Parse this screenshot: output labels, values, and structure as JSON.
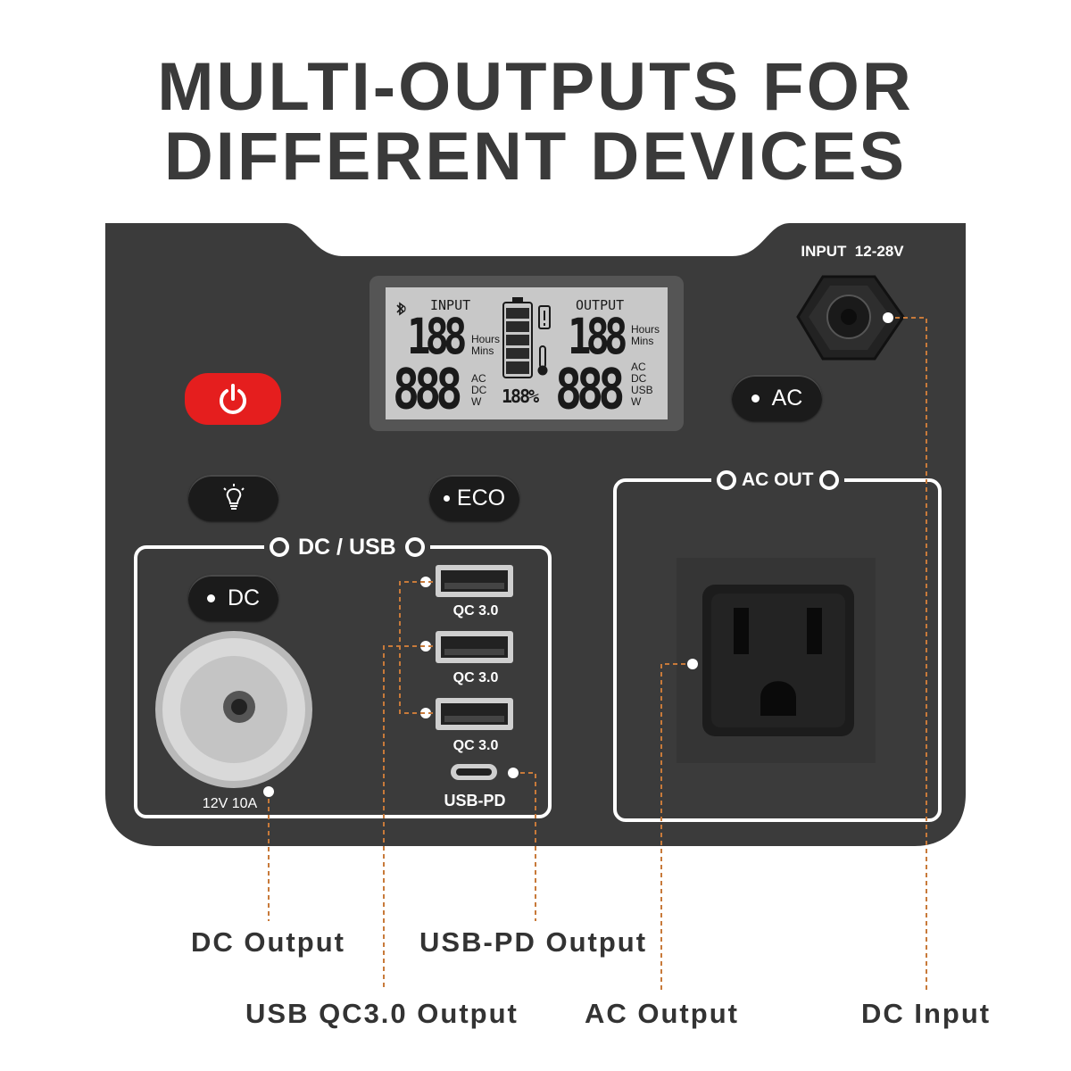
{
  "headline": {
    "line1": "MULTI-OUTPUTS FOR",
    "line2": "DIFFERENT DEVICES"
  },
  "panel": {
    "input_label": "INPUT  12-28V",
    "ac_button": "AC",
    "eco_button": "ECO",
    "dc_button": "DC",
    "ac_out_label": "AC OUT",
    "dc_usb_label": "DC / USB",
    "dc_rating": "12V 10A",
    "usb_ports": [
      {
        "label": "QC 3.0"
      },
      {
        "label": "QC 3.0"
      },
      {
        "label": "QC 3.0"
      }
    ],
    "usb_pd_label": "USB-PD"
  },
  "lcd": {
    "input_title": "INPUT",
    "output_title": "OUTPUT",
    "input_time": "188",
    "output_time": "188",
    "time_units": "Hours\nMins",
    "input_value": "888",
    "output_value": "888",
    "input_units": "AC\nDC\nW",
    "output_units": "AC\nDC\nUSB\nW",
    "percent": "188%"
  },
  "callouts": {
    "dc_output": "DC Output",
    "usb_pd_output": "USB-PD Output",
    "usb_qc_output": "USB QC3.0 Output",
    "ac_output": "AC Output",
    "dc_input": "DC Input"
  },
  "colors": {
    "panel": "#3b3b3b",
    "power_button": "#e51e1e",
    "leader_line": "#c87a3a",
    "lcd_bg": "#c8c8c8"
  },
  "icons": [
    "power-icon",
    "bulb-icon",
    "bluetooth-icon",
    "battery-icon",
    "thermometer-icon",
    "warning-icon"
  ]
}
